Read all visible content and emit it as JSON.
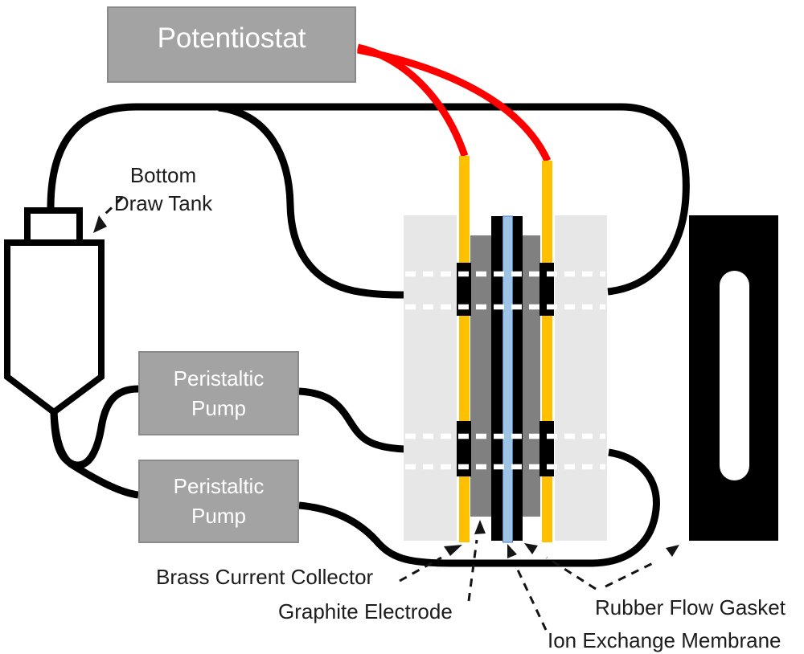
{
  "components": {
    "potentiostat": {
      "label": "Potentiostat"
    },
    "tank": {
      "label_line1": "Bottom",
      "label_line2": "Draw Tank"
    },
    "pumps": [
      {
        "label_line1": "Peristaltic",
        "label_line2": "Pump"
      },
      {
        "label_line1": "Peristaltic",
        "label_line2": "Pump"
      }
    ]
  },
  "part_labels": {
    "brass_current_collector": "Brass Current Collector",
    "graphite_electrode": "Graphite Electrode",
    "ion_exchange_membrane": "Ion Exchange Membrane",
    "rubber_flow_gasket": "Rubber Flow Gasket"
  },
  "colors": {
    "box_fill": "#A3A3A3",
    "box_border": "#8A8A8A",
    "tube": "#000000",
    "wire": "#FF0000",
    "brass": "#FFC000",
    "graphite": "#808080",
    "end_plate": "#E8E7E7",
    "gasket": "#000000",
    "membrane_fill": "#9DC3E6",
    "membrane_border": "#4F81BD",
    "flow_channel_dash": "#FFFFFF",
    "text": "#1C1C1C"
  }
}
